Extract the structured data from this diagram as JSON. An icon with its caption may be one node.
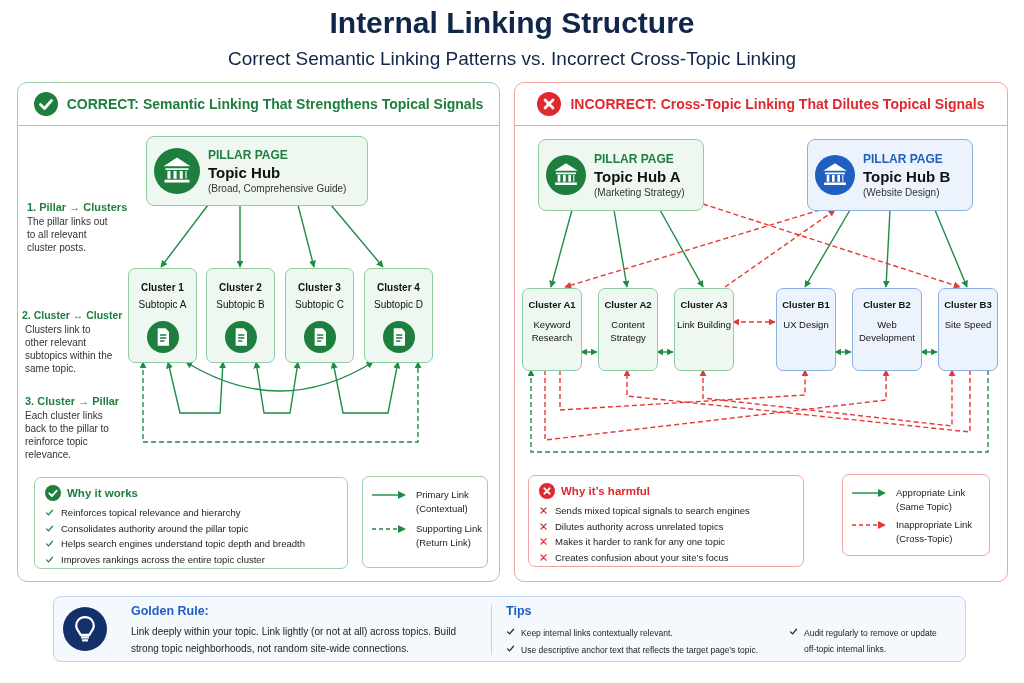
{
  "diagram": {
    "title": "Internal Linking Structure",
    "nodes": [
      {
        "text": [
          "CORRECT: Semantic Linking That Strengthens Topical Signals"
        ]
      },
      {
        "text": [
          "PILLAR PAGE",
          "Topic Hub",
          "(Broad, Comprehensive Guide)"
        ],
        "in": 0
      },
      {
        "text": [
          "Cluster 1",
          "Subtopic A"
        ],
        "in": 0
      },
      {
        "text": [
          "Cluster 2",
          "Subtopic B"
        ],
        "in": 0
      },
      {
        "text": [
          "Cluster 3",
          "Subtopic C"
        ],
        "in": 0
      },
      {
        "text": [
          "Cluster 4",
          "Subtopic D"
        ],
        "in": 0
      },
      {
        "text": [
          "Why it works",
          "Reinforces topical relevance and hierarchy",
          "Consolidates authority around the pillar topic",
          "Helps search engines understand topic depth and breadth",
          "Improves rankings across the entire topic cluster"
        ],
        "in": 0
      },
      {
        "text": [
          "INCORRECT: Cross-Topic Linking That Dilutes Topical Signals"
        ]
      },
      {
        "text": [
          "PILLAR PAGE",
          "Topic Hub A",
          "(Marketing Strategy)"
        ],
        "in": 7
      },
      {
        "text": [
          "PILLAR PAGE",
          "Topic Hub B",
          "(Website Design)"
        ],
        "in": 7
      },
      {
        "text": [
          "Cluster A1",
          "Keyword Research"
        ],
        "in": 7
      },
      {
        "text": [
          "Cluster A2",
          "Content Strategy"
        ],
        "in": 7
      },
      {
        "text": [
          "Cluster A3",
          "Link Building"
        ],
        "in": 7
      },
      {
        "text": [
          "Cluster B1",
          "UX Design"
        ],
        "in": 7
      },
      {
        "text": [
          "Cluster B2",
          "Web Development"
        ],
        "in": 7
      },
      {
        "text": [
          "Cluster B3",
          "Site Speed"
        ],
        "in": 7
      },
      {
        "text": [
          "Why it’s harmful",
          "Sends mixed topical signals to search engines",
          "Dilutes authority across unrelated topics",
          "Makes it harder to rank for any one topic",
          "Creates confusion about your site’s focus"
        ],
        "in": 7
      },
      {
        "text": [
          "Golden Rule:",
          "Link deeply within your topic. Link lightly (or not at all) across topics. Build strong topic neighborhoods, not random site-wide connections.",
          "Tips",
          "Keep internal links contextually relevant.",
          "Use descriptive anchor text that reflects the target page’s topic.",
          "Audit regularly to remove or update off-topic internal links."
        ]
      }
    ],
    "edges": [
      {
        "from": 1,
        "to": 2,
        "arrow": "to"
      },
      {
        "from": 1,
        "to": 3,
        "arrow": "to"
      },
      {
        "from": 1,
        "to": 4,
        "arrow": "to"
      },
      {
        "from": 1,
        "to": 5,
        "arrow": "to"
      },
      {
        "from": 2,
        "to": 3,
        "arrow": "both"
      },
      {
        "from": 3,
        "to": 4,
        "arrow": "both"
      },
      {
        "from": 4,
        "to": 5,
        "arrow": "both"
      },
      {
        "from": 2,
        "to": 5,
        "arrow": "both"
      },
      {
        "from": 2,
        "to": 5,
        "arrow": "both",
        "style": "dashed"
      },
      {
        "from": 8,
        "to": 10,
        "arrow": "to"
      },
      {
        "from": 8,
        "to": 11,
        "arrow": "to"
      },
      {
        "from": 8,
        "to": 12,
        "arrow": "to"
      },
      {
        "from": 9,
        "to": 13,
        "arrow": "to"
      },
      {
        "from": 9,
        "to": 14,
        "arrow": "to"
      },
      {
        "from": 9,
        "to": 15,
        "arrow": "to"
      },
      {
        "from": 8,
        "to": 15,
        "arrow": "to",
        "style": "dashed",
        "color": "#e53935"
      },
      {
        "from": 9,
        "to": 10,
        "arrow": "to",
        "style": "dashed",
        "color": "#e53935"
      },
      {
        "from": 12,
        "to": 9,
        "arrow": "to",
        "style": "dashed",
        "color": "#e53935"
      },
      {
        "from": 12,
        "to": 13,
        "arrow": "both",
        "style": "dashed",
        "color": "#e53935"
      },
      {
        "from": 10,
        "to": 11,
        "arrow": "both"
      },
      {
        "from": 11,
        "to": 12,
        "arrow": "both"
      },
      {
        "from": 13,
        "to": 14,
        "arrow": "both"
      },
      {
        "from": 14,
        "to": 15,
        "arrow": "both"
      },
      {
        "from": 10,
        "to": 13,
        "arrow": "to",
        "style": "dashed",
        "color": "#e53935"
      },
      {
        "from": 10,
        "to": 14,
        "arrow": "to",
        "style": "dashed",
        "color": "#e53935"
      },
      {
        "from": 15,
        "to": 11,
        "arrow": "to",
        "style": "dashed",
        "color": "#e53935"
      },
      {
        "from": 12,
        "to": 15,
        "arrow": "both",
        "style": "dashed",
        "color": "#e53935"
      },
      {
        "from": 15,
        "to": 10,
        "arrow": "to",
        "style": "dashed"
      }
    ],
    "labels": [
      "Correct Semantic Linking Patterns vs. Incorrect Cross-Topic Linking",
      "1. Pillar → Clusters",
      "The pillar links out to all relevant cluster posts.",
      "2. Cluster ↔ Cluster",
      "Clusters link to other relevant subtopics within the same topic.",
      "3. Cluster → Pillar",
      "Each cluster links back to the pillar to reinforce topic relevance."
    ],
    "legend": [
      {
        "text": "Primary Link (Contextual)"
      },
      {
        "text": "Supporting Link (Return Link)"
      },
      {
        "text": "Appropriate Link (Same Topic)"
      },
      {
        "text": "Inappropriate Link (Cross-Topic)"
      }
    ]
  }
}
